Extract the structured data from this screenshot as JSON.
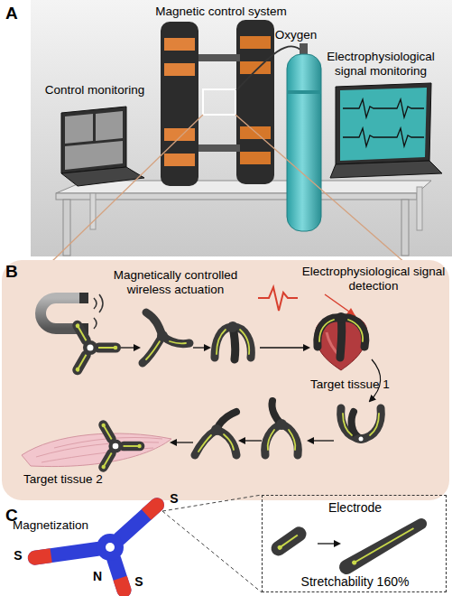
{
  "diagram": {
    "nodes": [
      {
        "text": [
          "Electrode",
          "Stretchability 160%"
        ]
      }
    ],
    "labels": [
      "A",
      "Control monitoring",
      "Magnetic control system",
      "Oxygen",
      "Electrophysiological signal monitoring",
      "B",
      "Magnetically controlled wireless actuation",
      "Electrophysiological signal detection",
      "Target tissue 1",
      "Target tissue 2",
      "C",
      "Magnetization",
      "S",
      "S",
      "S",
      "N"
    ]
  }
}
